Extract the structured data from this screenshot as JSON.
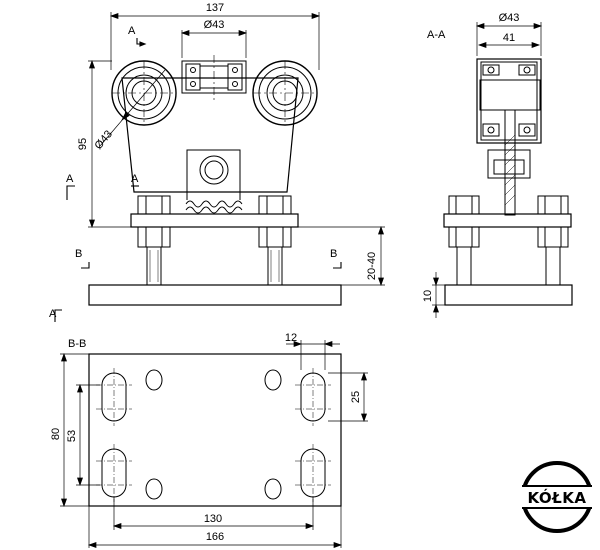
{
  "front_view": {
    "overall_width": "137",
    "wheel_diameter_top": "Ø43",
    "wheel_diameter_side": "Ø43",
    "height": "95",
    "adjust_range": "20-40",
    "section_a_letter": "A",
    "section_b_letter": "B"
  },
  "section_aa": {
    "title": "A-A",
    "wheel_diameter": "Ø43",
    "inner_width": "41",
    "plate_thickness": "10"
  },
  "section_bb": {
    "title": "B-B",
    "slot_width": "12",
    "slot_length": "25",
    "plate_height": "80",
    "hole_spacing_vertical": "53",
    "hole_spacing_horizontal": "130",
    "plate_width": "166"
  },
  "logo": {
    "brand": "KÓŁKA"
  }
}
